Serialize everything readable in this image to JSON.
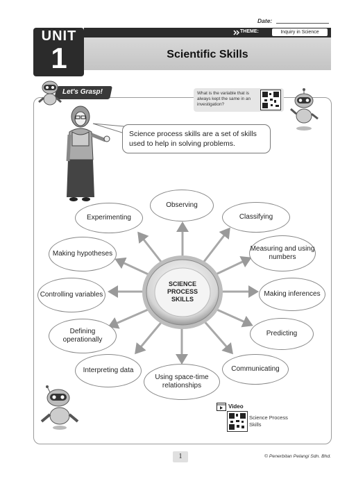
{
  "header": {
    "date_label": "Date:",
    "unit_word": "UNIT",
    "unit_number": "1",
    "theme_label": "THEME:",
    "theme_value": "Inquiry in Science",
    "title": "Scientific Skills"
  },
  "section": {
    "tab_label": "Let's Grasp!",
    "question": "What is the variable that is always kept the same in an investigation?",
    "speech": "Science process skills are a set of skills used to help in solving problems."
  },
  "diagram": {
    "center": [
      "SCIENCE",
      "PROCESS",
      "SKILLS"
    ],
    "skills": {
      "observing": "Observing",
      "classifying": "Classifying",
      "measuring": "Measuring and using numbers",
      "inferences": "Making inferences",
      "predicting": "Predicting",
      "communicating": "Communicating",
      "spacetime": "Using space-time relationships",
      "interpreting": "Interpreting data",
      "defining": "Defining operationally",
      "controlling": "Controlling variables",
      "hypotheses": "Making hypotheses",
      "experimenting": "Experimenting"
    }
  },
  "video": {
    "label": "Video",
    "caption": "Science Process Skills"
  },
  "footer": {
    "page_number": "1",
    "copyright": "© Penerbitan Pelangi Sdn. Bhd."
  }
}
